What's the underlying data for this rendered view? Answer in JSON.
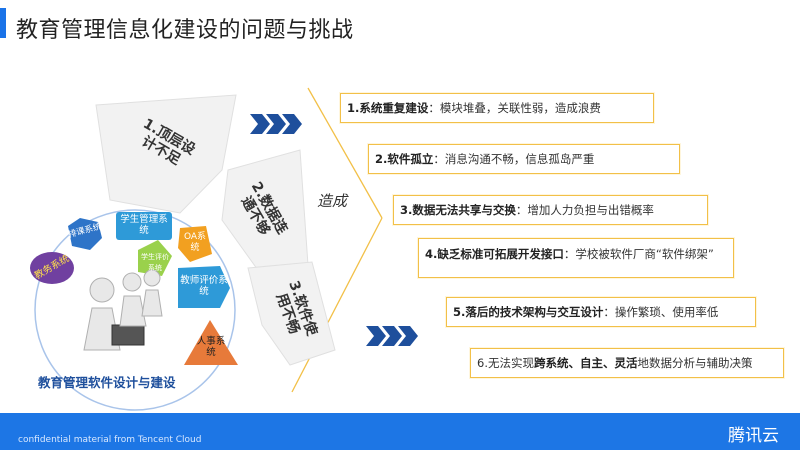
{
  "title": "教育管理信息化建设的问题与挑战",
  "pillars": [
    {
      "label": "1.顶层设计不足"
    },
    {
      "label": "2.数据连通不够"
    },
    {
      "label": "3.软件使用不畅"
    }
  ],
  "cause_label": "造成",
  "problems": [
    {
      "bold": "1.系统重复建设",
      "text": "：模块堆叠，关联性弱，造成浪费"
    },
    {
      "bold": "2.软件孤立",
      "text": "：消息沟通不畅，信息孤岛严重"
    },
    {
      "bold": "3.数据无法共享与交换",
      "text": "：增加人力负担与出错概率"
    },
    {
      "bold": "4.缺乏标准可拓展开发接口",
      "text": "：学校被软件厂商“软件绑架”"
    },
    {
      "bold": "5.落后的技术架构与交互设计",
      "text": "：操作繁琐、使用率低"
    },
    {
      "bold": "",
      "text": "6.无法实现",
      "bold2": "跨系统、自主、灵活",
      "text2": "地数据分析与辅助决策"
    }
  ],
  "circle": {
    "title": "教育管理软件设计与建设",
    "shapes": [
      {
        "label": "学生管理系统"
      },
      {
        "label": "排课系统"
      },
      {
        "label": "学生评价系统"
      },
      {
        "label": "OA系统"
      },
      {
        "label": "教务系统"
      },
      {
        "label": "教师评价系统"
      },
      {
        "label": "人事系统"
      }
    ]
  },
  "footer": {
    "confidential": "confidential material from Tencent Cloud",
    "logo": "腾讯云"
  },
  "colors": {
    "accent": "#1d76e5",
    "arrow": "#1e4f9c",
    "box_border": "#f2c048"
  }
}
